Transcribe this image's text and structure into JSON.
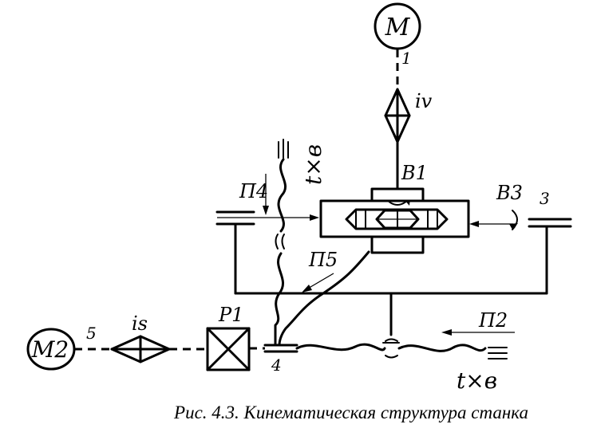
{
  "labels": {
    "motor_main": "M",
    "shaft_1": "1",
    "ratio_v": "iv",
    "motion_b1": "B1",
    "motion_b3": "B3",
    "shaft_3": "3",
    "motion_p4": "П4",
    "motion_p5": "П5",
    "motion_p2": "П2",
    "reverser_p1": "P1",
    "motor_feed": "M2",
    "shaft_5": "5",
    "ratio_s": "is",
    "shaft_4": "4",
    "screw_v": "t×в",
    "screw_h": "t×в"
  },
  "caption": "Рис. 4.3. Кинематическая структура станка"
}
